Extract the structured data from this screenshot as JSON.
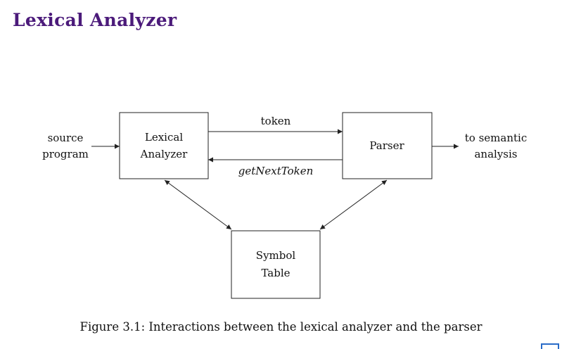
{
  "title": "Lexical Analyzer",
  "colors": {
    "title": "#4b1a7a",
    "line": "#222222",
    "text": "#111111"
  },
  "diagram": {
    "input_label": [
      "source",
      "program"
    ],
    "output_label": [
      "to semantic",
      "analysis"
    ],
    "lexer_box": [
      "Lexical",
      "Analyzer"
    ],
    "parser_box": [
      "Parser"
    ],
    "symbol_box": [
      "Symbol",
      "Table"
    ],
    "token_label": "token",
    "request_label": "getNextToken"
  },
  "caption": "Figure 3.1: Interactions between the lexical analyzer and the parser"
}
